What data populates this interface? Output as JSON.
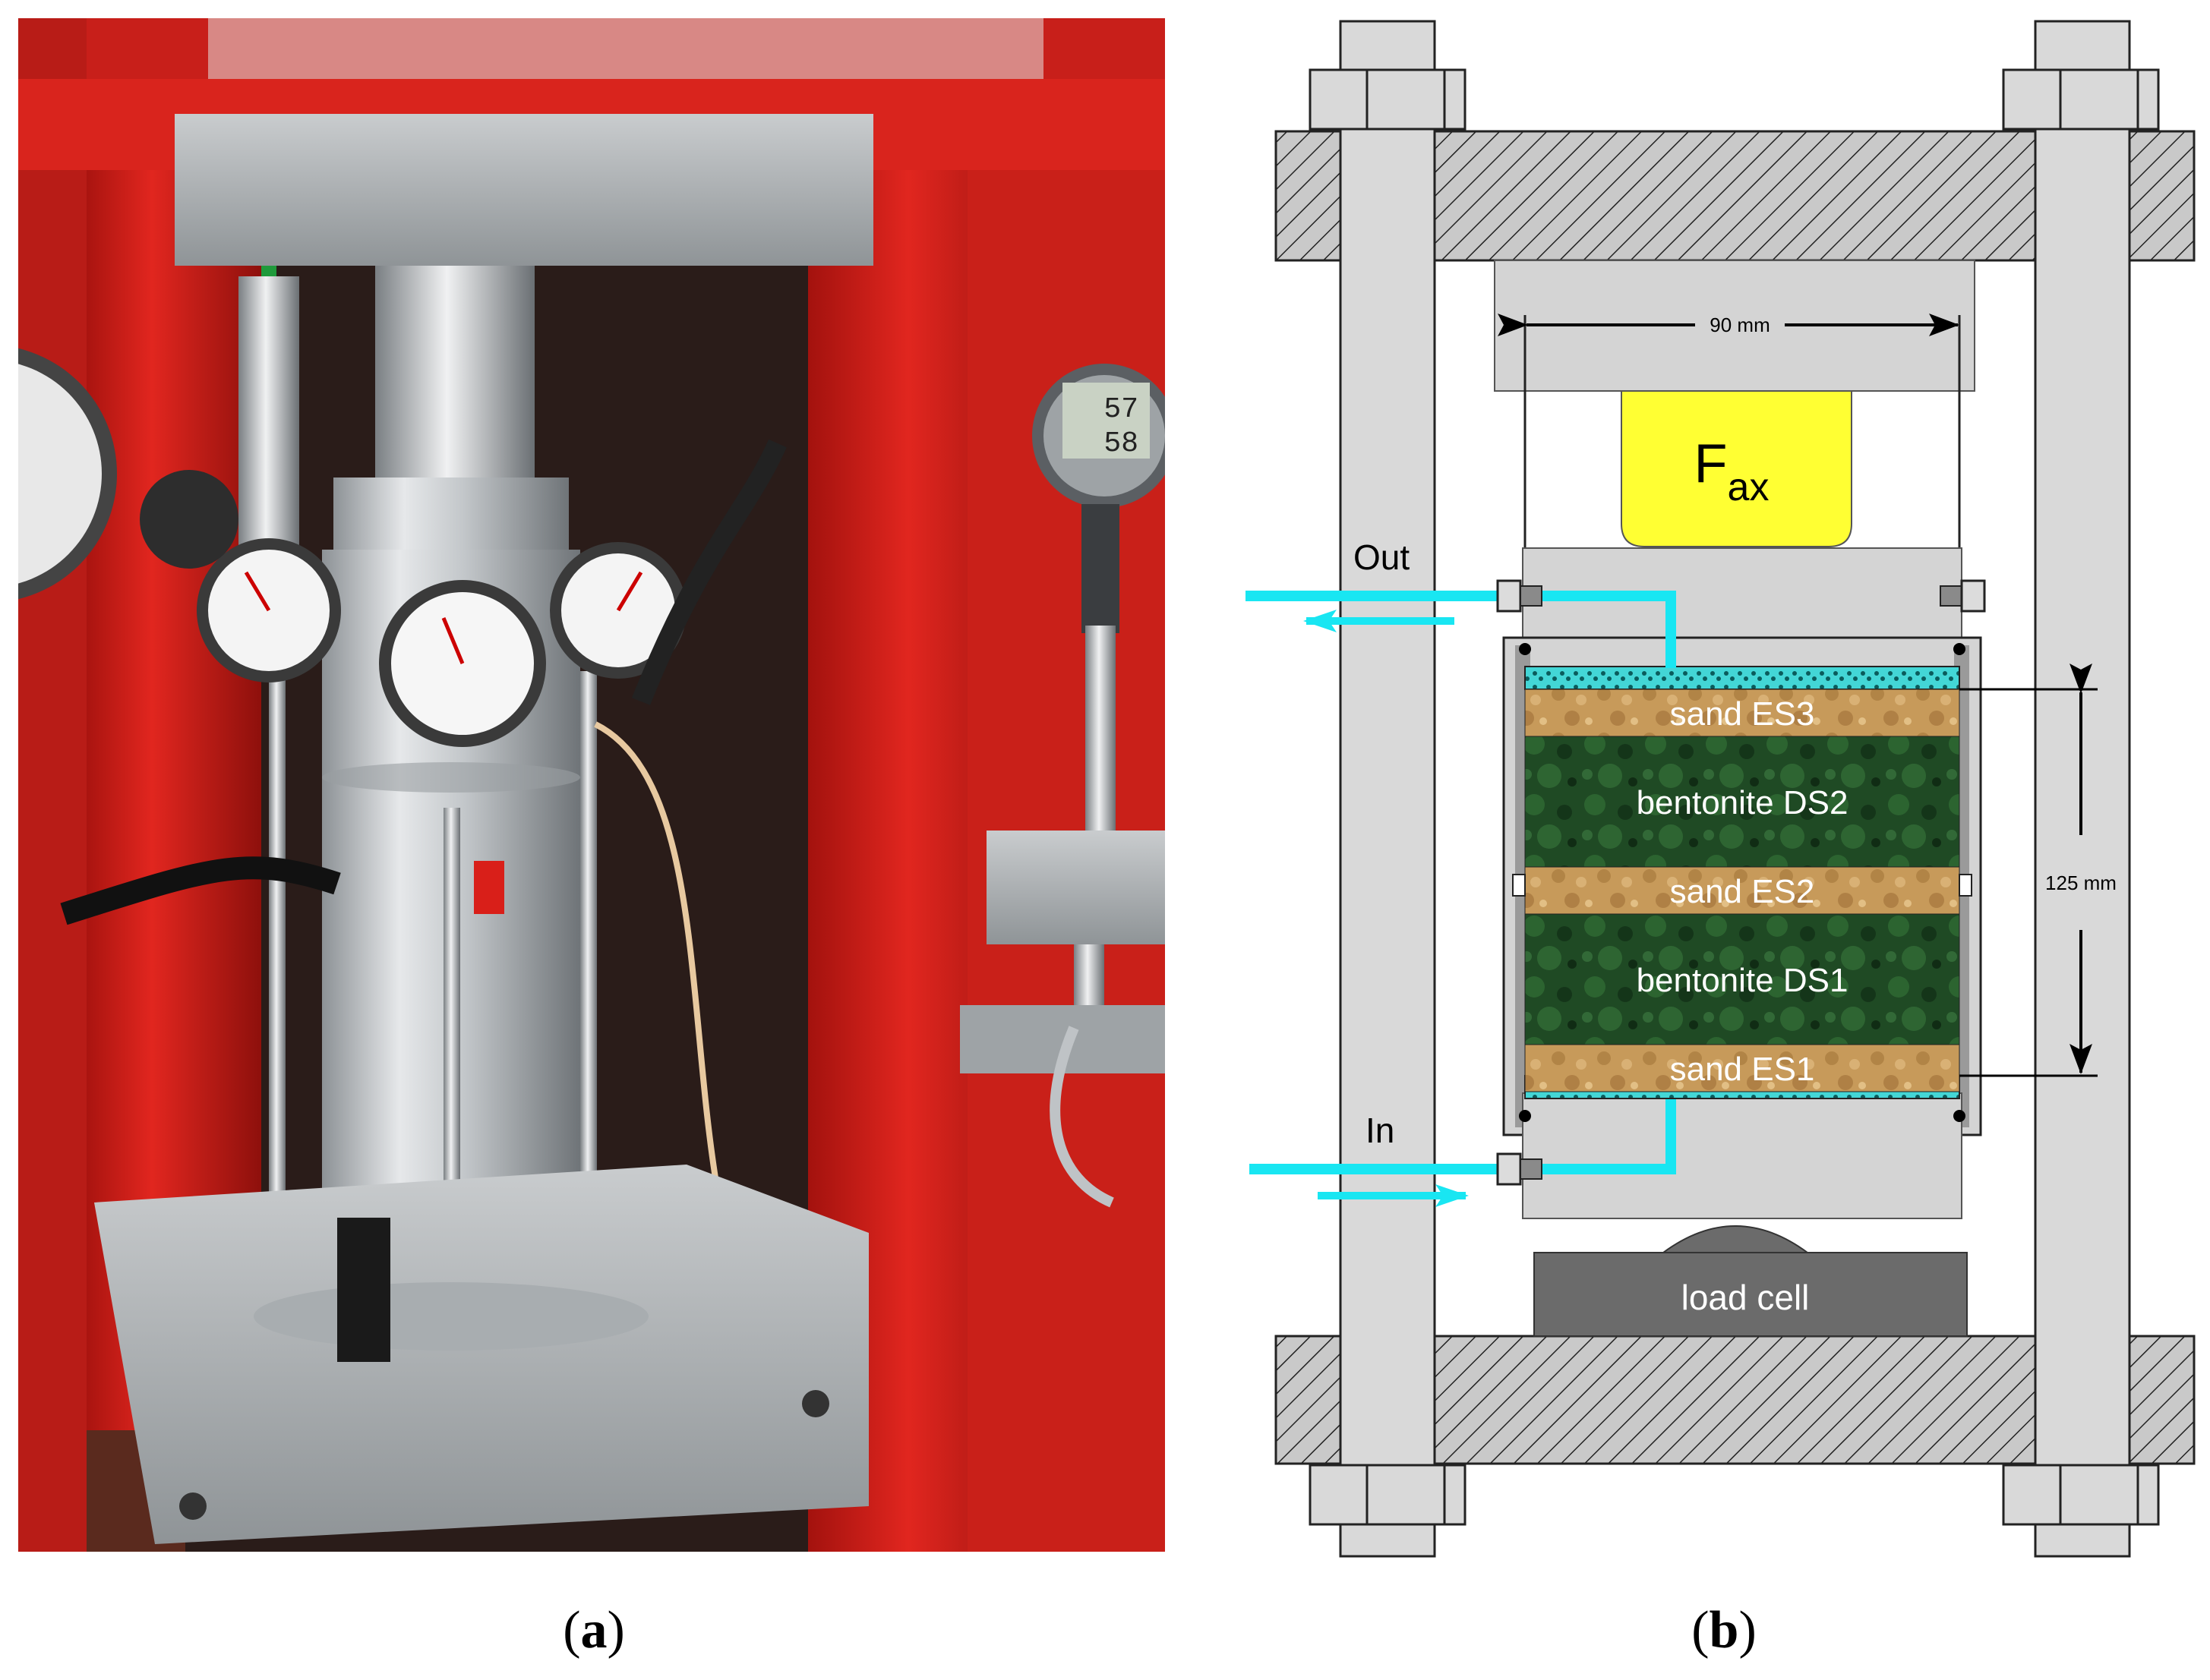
{
  "panel_a": {
    "caption_open": "(",
    "caption_letter": "a",
    "caption_close": ")",
    "gauge_readouts": [
      "57",
      "58"
    ]
  },
  "panel_b": {
    "caption_open": "(",
    "caption_letter": "b",
    "caption_close": ")",
    "dim_width": "90 mm",
    "dim_height": "125 mm",
    "force_main": "F",
    "force_sub": "ax",
    "outlet_label": "Out",
    "inlet_label": "In",
    "load_cell_label": "load cell",
    "layers": [
      {
        "kind": "sand",
        "label": "sand ES3"
      },
      {
        "kind": "bentonite",
        "label": "bentonite DS2"
      },
      {
        "kind": "sand",
        "label": "sand ES2"
      },
      {
        "kind": "bentonite",
        "label": "bentonite DS1"
      },
      {
        "kind": "sand",
        "label": "sand ES1"
      }
    ]
  },
  "colors": {
    "press_red": "#d8231c",
    "steel": "#b9bcbf",
    "water_line": "#19e6f2",
    "force_block": "#ffff33",
    "sand": "#c79a5a",
    "bentonite": "#1f4a24",
    "plate_grey": "#d4d4d4",
    "load_cell": "#6b6b6b"
  }
}
